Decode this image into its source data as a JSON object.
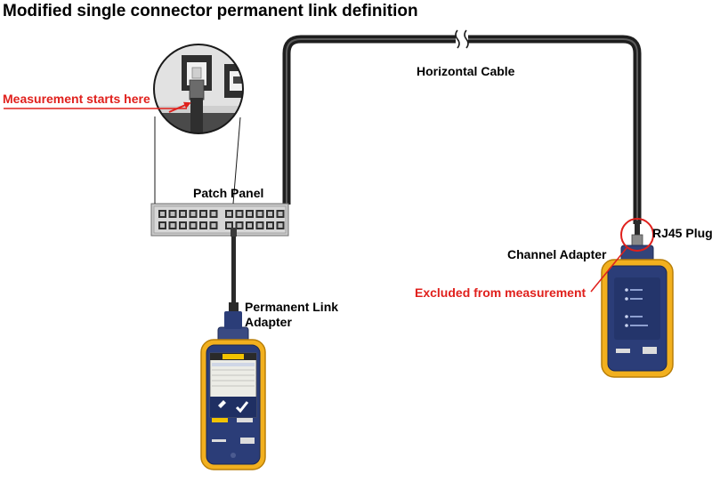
{
  "title": "Modified single connector permanent link definition",
  "labels": {
    "measurement_start": "Measurement starts here",
    "horizontal_cable": "Horizontal Cable",
    "patch_panel": "Patch Panel",
    "permanent_link_adapter_line1": "Permanent Link",
    "permanent_link_adapter_line2": "Adapter",
    "rj45_plug": "RJ45 Plug",
    "channel_adapter": "Channel Adapter",
    "excluded": "Excluded from measurement"
  },
  "colors": {
    "annotation_red": "#e0201c",
    "cable": "#2b2b2b",
    "tester_yellow": "#f2b01e",
    "tester_blue": "#2b3d78",
    "panel_gray": "#c8c8c8"
  },
  "icons": {
    "main_tester": "cable-tester-main-unit-icon",
    "remote_tester": "cable-tester-remote-unit-icon",
    "zoom": "jack-closeup-magnifier-icon",
    "patch_panel": "patch-panel-icon"
  }
}
